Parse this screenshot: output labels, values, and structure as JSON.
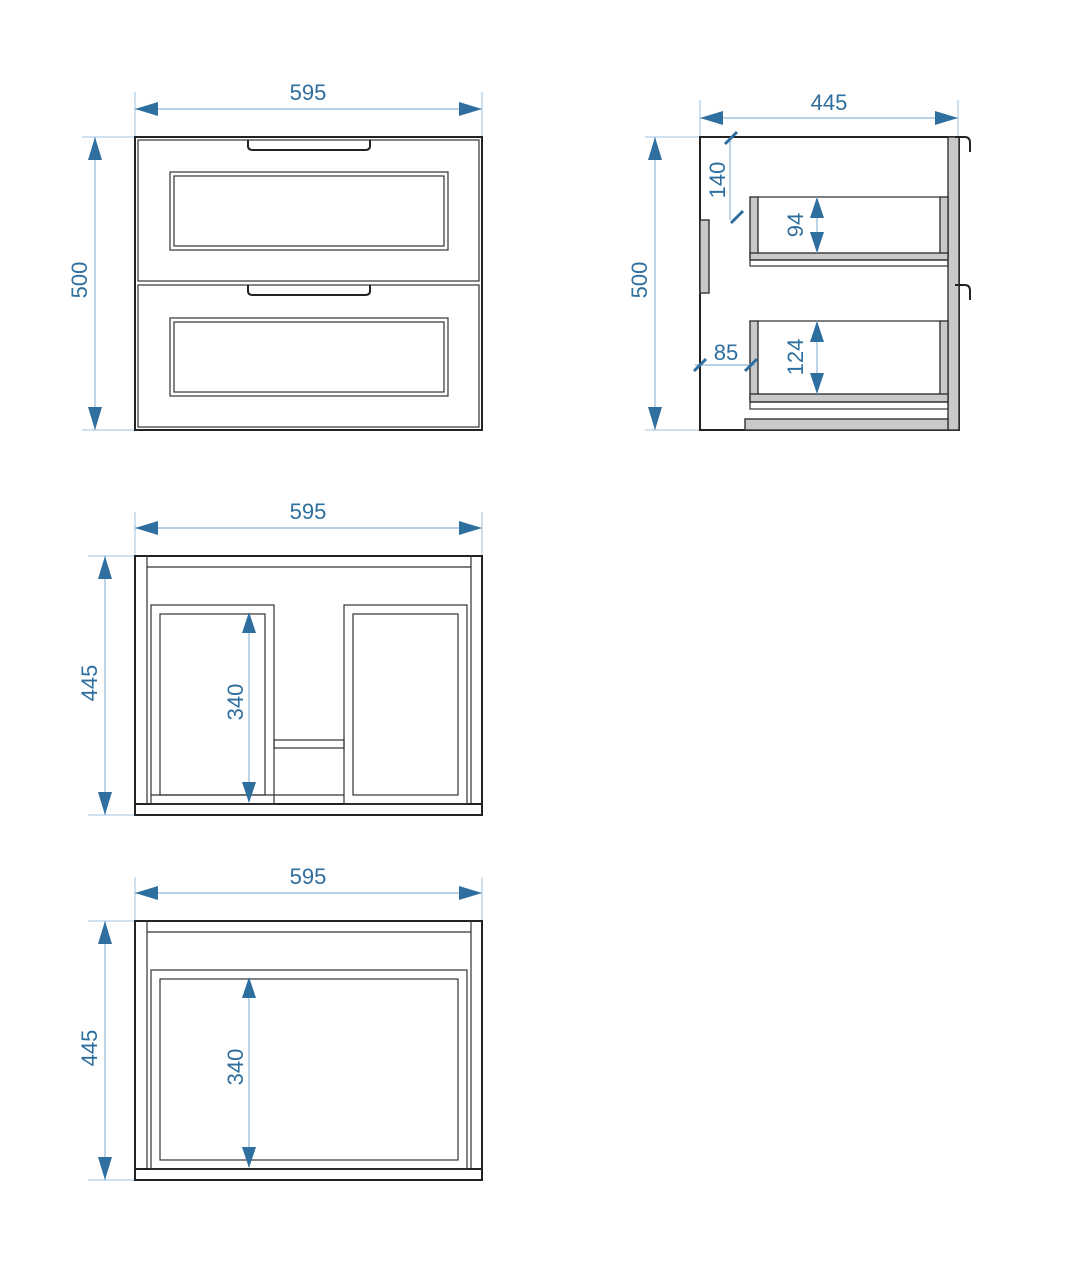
{
  "views": {
    "front": {
      "width_label": "595",
      "height_label": "500"
    },
    "side": {
      "depth_label": "445",
      "height_label": "500",
      "top_offset_label": "140",
      "upper_drawer_label": "94",
      "lower_offset_label": "85",
      "lower_drawer_label": "124"
    },
    "top_two_drawers": {
      "width_label": "595",
      "depth_label": "445",
      "inner_label": "340"
    },
    "top_single": {
      "width_label": "595",
      "depth_label": "445",
      "inner_label": "340"
    }
  },
  "colors": {
    "dimension": "#2f6f9f",
    "dimension_line": "#8fb8d6",
    "outline": "#222222",
    "panel_fill": "#c9c9c9"
  }
}
